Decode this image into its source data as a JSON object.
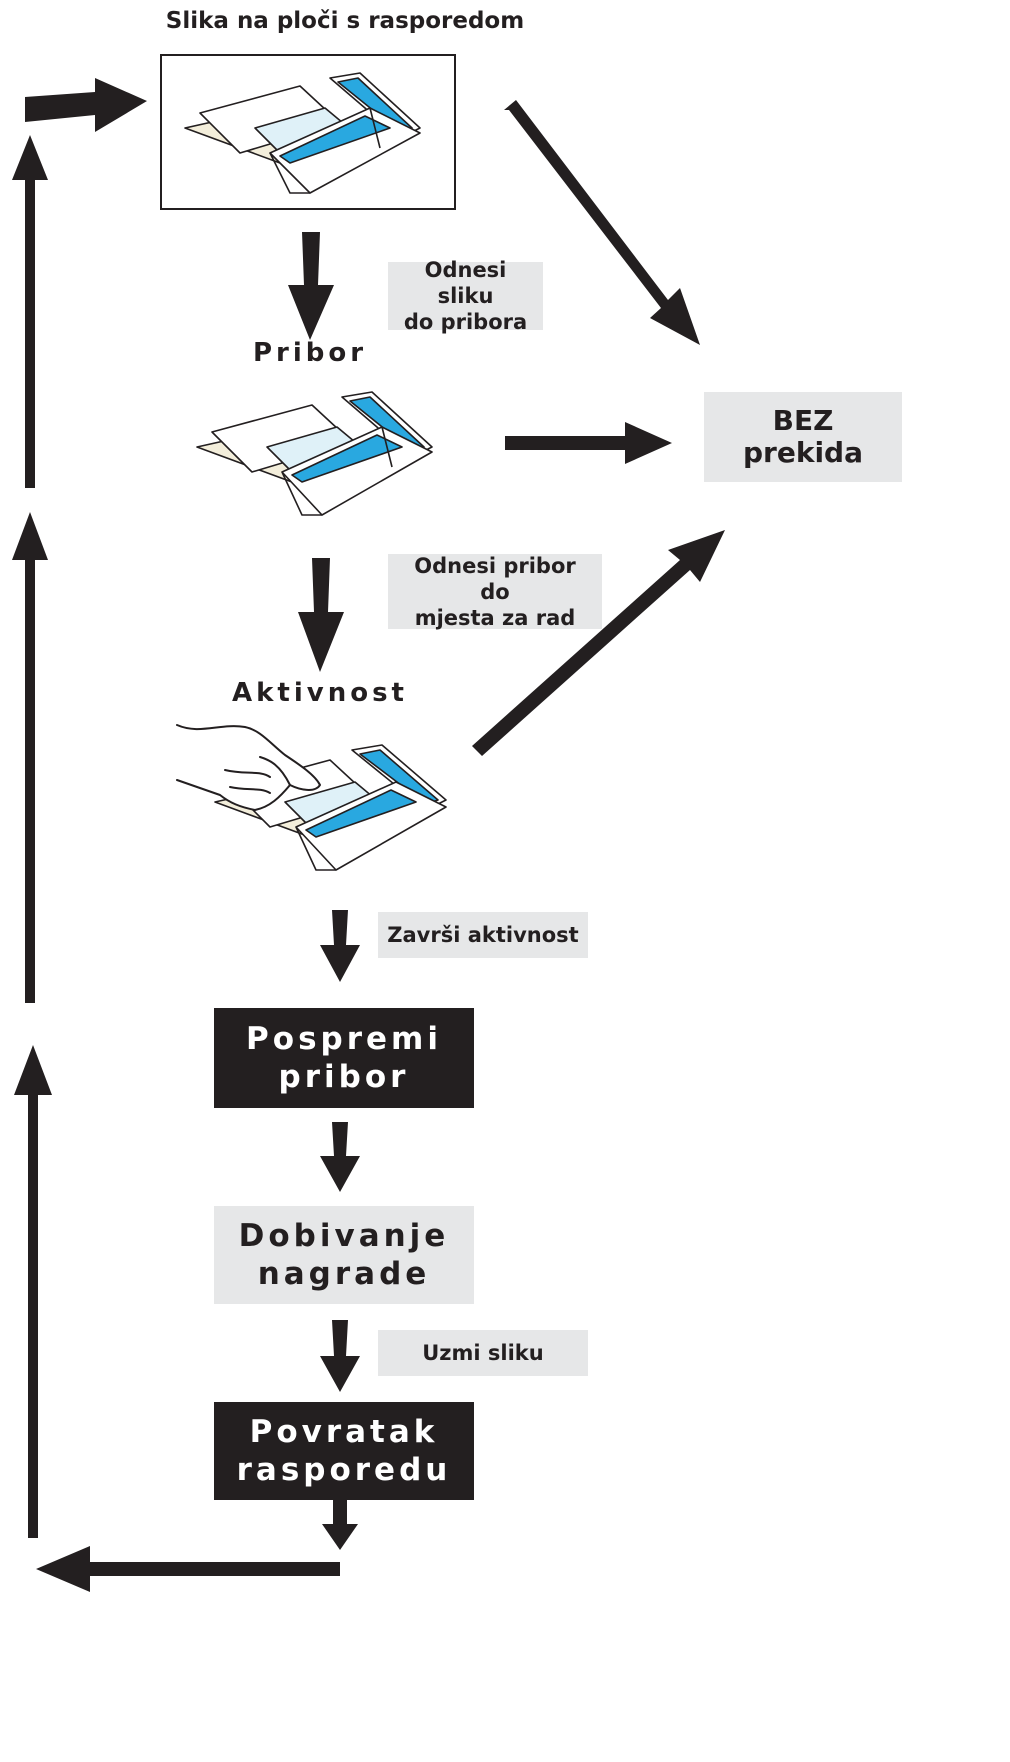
{
  "title": "Slika na ploči s rasporedom",
  "steps": {
    "pribor_heading": "Pribor",
    "aktivnost_heading": "Aktivnost"
  },
  "notes": {
    "odnesi_sliku": "Odnesi sliku\ndo pribora",
    "odnesi_pribor": "Odnesi pribor do\nmjesta za rad",
    "zavrsi": "Završi aktivnost",
    "uzmi": "Uzmi sliku"
  },
  "bez_prekida": "BEZ\nprekida",
  "boxes": {
    "pospremi": "Pospremi\npribor",
    "dobivanje": "Dobivanje\nnagrade",
    "povratak": "Povratak\nrasporedu"
  },
  "colors": {
    "ink": "#231f20",
    "note_gray": "#e6e7e8",
    "folder_blue": "#29a8e0",
    "folder_pale_blue": "#dff1f8",
    "folder_cream": "#f3eedb"
  },
  "icons": {
    "folder_illustration": "file-folder-icon",
    "hand": "hand-icon"
  }
}
